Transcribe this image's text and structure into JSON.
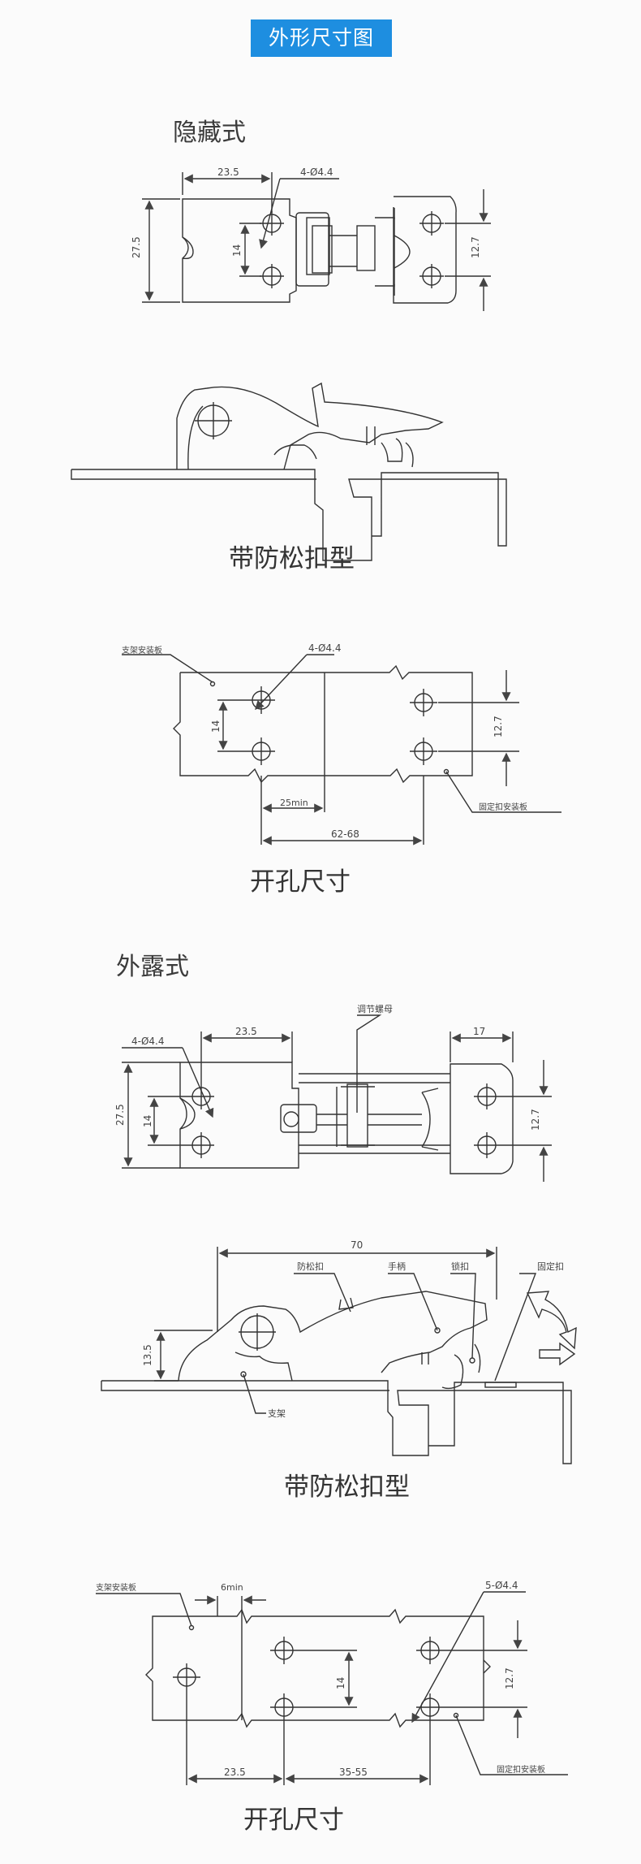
{
  "header": {
    "title": "外形尺寸图"
  },
  "sections": {
    "hidden": {
      "heading": "隐藏式",
      "dims": {
        "w1": "23.5",
        "holes": "4-Ø4.4",
        "h1": "27.5",
        "h2": "14",
        "h3": "12.7"
      },
      "side_caption": "带防松扣型",
      "cutout": {
        "label_bracket_plate": "支架安装板",
        "holes": "4-Ø4.4",
        "h1": "14",
        "h2": "12.7",
        "d1": "25min",
        "d2": "62-68",
        "label_buckle_plate": "固定扣安装板",
        "caption": "开孔尺寸"
      }
    },
    "exposed": {
      "heading": "外露式",
      "dims": {
        "holes": "4-Ø4.4",
        "w1": "23.5",
        "nut": "调节螺母",
        "w2": "17",
        "h1": "27.5",
        "h2": "14",
        "h3": "12.7"
      },
      "side": {
        "len": "70",
        "anti_loose": "防松扣",
        "handle": "手柄",
        "lock": "锁扣",
        "fixed": "固定扣",
        "height": "13.5",
        "bracket": "支架",
        "caption": "带防松扣型"
      },
      "cutout": {
        "label_bracket_plate": "支架安装板",
        "d_min": "6min",
        "holes": "5-Ø4.4",
        "h1": "14",
        "h2": "12.7",
        "w1": "23.5",
        "w2": "35-55",
        "label_buckle_plate": "固定扣安装板",
        "caption": "开孔尺寸"
      }
    }
  }
}
